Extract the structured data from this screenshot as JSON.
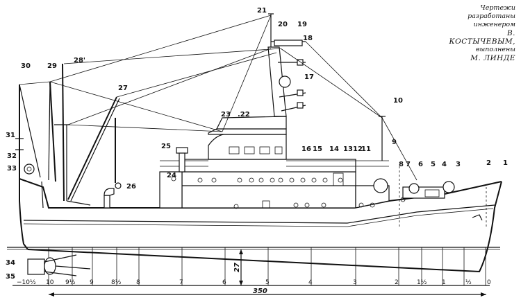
{
  "credit": {
    "line1": "Чертежи",
    "line2": "разработаны",
    "line3": "инженером",
    "line4": "В. КОСТЫЧЕВЫМ,",
    "line5": "выполнены",
    "line6": "М. ЛИНДЕ"
  },
  "callouts": {
    "c1": "1",
    "c2": "2",
    "c3": "3",
    "c4": "4",
    "c5": "5",
    "c6": "6",
    "c7": "7",
    "c8": "8",
    "c9": "9",
    "c10": "10",
    "c11": "11",
    "c12": "12",
    "c13": "13",
    "c14": "14",
    "c15": "15",
    "c16": "16",
    "c17": "17",
    "c18": "18",
    "c19": "19",
    "c20": "20",
    "c21": "21",
    "c22": ".22",
    "c23": "23",
    "c24": "24",
    "c25": "25",
    "c26": "26",
    "c27": "27",
    "c28": "28'",
    "c29": "29",
    "c30": "30",
    "c31": "31",
    "c32": "32",
    "c33": "33",
    "c34": "34",
    "c35": "35"
  },
  "frames": {
    "f0": "0",
    "f_half": "½",
    "f1": "1",
    "f1_half": "1½",
    "f2": "2",
    "f3": "3",
    "f4": "4",
    "f5": "5",
    "f6": "6",
    "f7": "7",
    "f8": "8",
    "f8_half": "8½",
    "f9": "9",
    "f9_half": "9½",
    "f10": "10",
    "f10_half": "−10½"
  },
  "dimensions": {
    "length": "350",
    "draft": "27"
  }
}
